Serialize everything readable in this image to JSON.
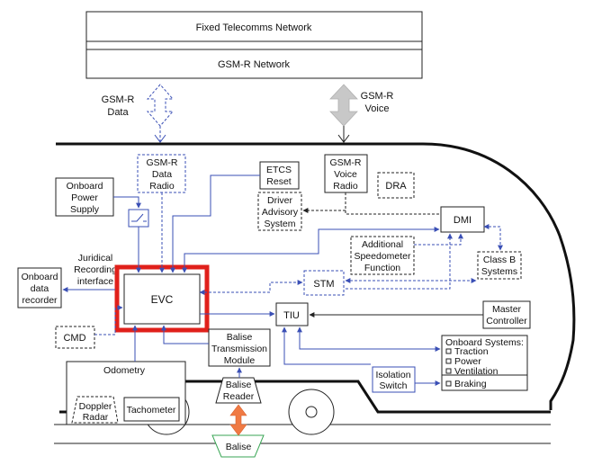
{
  "network": {
    "fixed": "Fixed Telecomms Network",
    "gsmr": "GSM-R Network"
  },
  "channels": {
    "data_label": [
      "GSM-R",
      "Data"
    ],
    "voice_label": [
      "GSM-R",
      "Voice"
    ]
  },
  "components": {
    "gsmr_data_radio": [
      "GSM-R",
      "Data",
      "Radio"
    ],
    "etcs_reset": [
      "ETCS",
      "Reset"
    ],
    "gsmr_voice_radio": [
      "GSM-R",
      "Voice",
      "Radio"
    ],
    "dra": "DRA",
    "onboard_power_supply": [
      "Onboard",
      "Power",
      "Supply"
    ],
    "driver_advisory_system": [
      "Driver",
      "Advisory",
      "System"
    ],
    "dmi": "DMI",
    "additional_speedometer": [
      "Additional",
      "Speedometer",
      "Function"
    ],
    "class_b_systems": [
      "Class B",
      "Systems"
    ],
    "juridical_recording_interface": [
      "Juridical",
      "Recording",
      "interface"
    ],
    "onboard_data_recorder": [
      "Onboard",
      "data",
      "recorder"
    ],
    "stm": "STM",
    "evc": "EVC",
    "tiu": "TIU",
    "master_controller": [
      "Master",
      "Controller"
    ],
    "cmd": "CMD",
    "balise_transmission_module": [
      "Balise",
      "Transmission",
      "Module"
    ],
    "odometry": "Odometry",
    "doppler_radar": [
      "Doppler",
      "Radar"
    ],
    "tachometer": "Tachometer",
    "balise_reader": [
      "Balise",
      "Reader"
    ],
    "isolation_switch": [
      "Isolation",
      "Switch"
    ],
    "balise": "Balise"
  },
  "onboard_systems": {
    "title": "Onboard Systems:",
    "items": [
      "Traction",
      "Power",
      "Ventilation"
    ],
    "braking": "Braking"
  },
  "colors": {
    "link_blue": "#3a4fb5",
    "highlight_red": "#e0201b",
    "voice_arrow_grey": "#c8c8c8",
    "balise_arrow_orange": "#f07a44",
    "balise_green": "#3aa655"
  }
}
